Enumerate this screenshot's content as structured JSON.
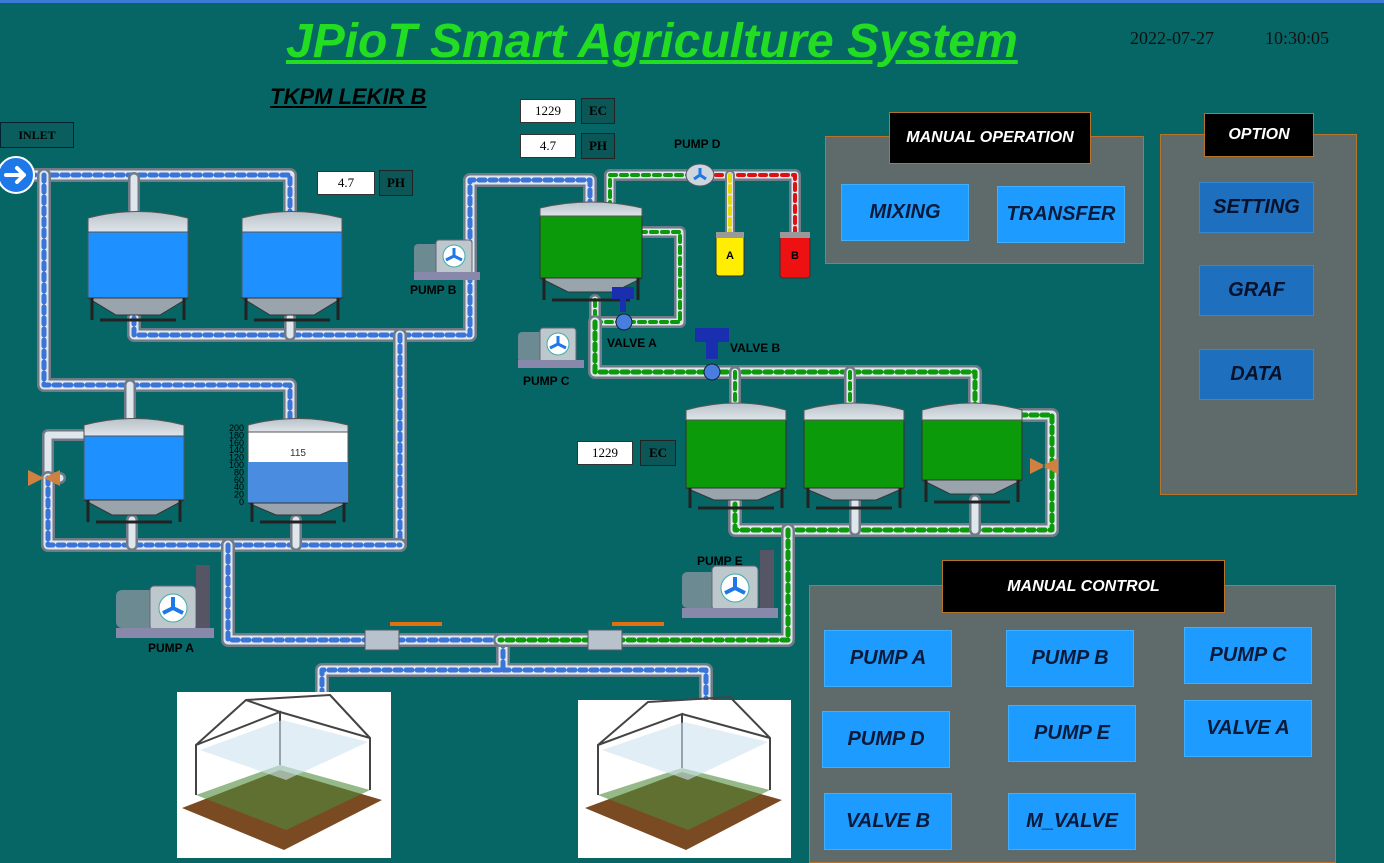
{
  "header": {
    "title": "JPioT Smart Agriculture System",
    "date": "2022-07-27",
    "time": "10:30:05",
    "site": "TKPM LEKIR B"
  },
  "inlet": {
    "label": "INLET"
  },
  "readouts": {
    "ph_left": {
      "value": "4.7",
      "unit": "PH"
    },
    "ec_top": {
      "value": "1229",
      "unit": "EC"
    },
    "ph_top": {
      "value": "4.7",
      "unit": "PH"
    },
    "ec_mid": {
      "value": "1229",
      "unit": "EC"
    }
  },
  "level_tank": {
    "value": "115",
    "fill_fraction": 0.575,
    "scale": [
      "200",
      "180",
      "160",
      "140",
      "120",
      "100",
      "80",
      "60",
      "40",
      "20",
      "0"
    ]
  },
  "equipment": {
    "pump_a": "PUMP A",
    "pump_b": "PUMP B",
    "pump_c": "PUMP C",
    "pump_d": "PUMP D",
    "pump_e": "PUMP E",
    "valve_a": "VALVE A",
    "valve_b": "VALVE B",
    "tank_a": "A",
    "tank_b": "B"
  },
  "manual_operation": {
    "title": "MANUAL OPERATION",
    "buttons": [
      "MIXING",
      "TRANSFER"
    ]
  },
  "option": {
    "title": "OPTION",
    "buttons": [
      "SETTING",
      "GRAF",
      "DATA"
    ]
  },
  "manual_control": {
    "title": "MANUAL CONTROL",
    "buttons": [
      "PUMP A",
      "PUMP B",
      "PUMP C",
      "PUMP D",
      "PUMP E",
      "VALVE A",
      "VALVE B",
      "M_VALVE"
    ]
  },
  "colors": {
    "background": "#066666",
    "title": "#22dd22",
    "water": "#1e90ff",
    "nutrient": "#0a9a0a",
    "button": "#1e9bff",
    "panel": "#5f6b6b"
  }
}
